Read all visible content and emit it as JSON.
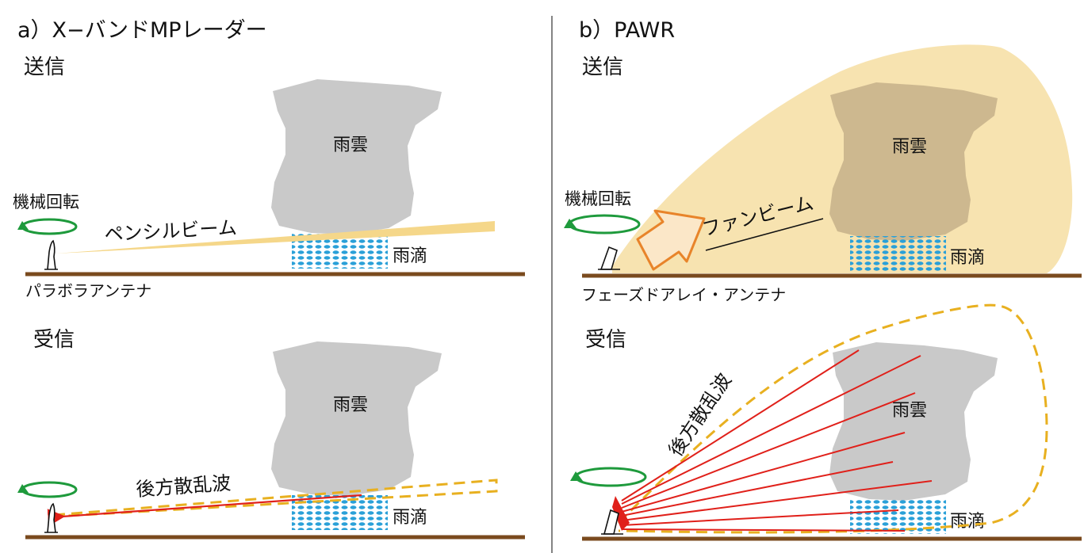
{
  "left": {
    "heading": "a）X−バンドMPレーダー",
    "transmit_label": "送信",
    "receive_label": "受信",
    "cloud_label": "雨雲",
    "rain_label": "雨滴",
    "rotation_label": "機械回転",
    "beam_label": "ペンシルビーム",
    "antenna_label": "パラボラアンテナ",
    "backscatter_label": "後方散乱波"
  },
  "right": {
    "heading": "b）PAWR",
    "transmit_label": "送信",
    "receive_label": "受信",
    "cloud_label": "雨雲",
    "rain_label": "雨滴",
    "rotation_label": "機械回転",
    "beam_label": "ファンビーム",
    "antenna_label": "フェーズドアレイ・アンテナ",
    "backscatter_label": "後方散乱波"
  },
  "colors": {
    "cloud": "#c9c9c9",
    "ground": "#7a4a1e",
    "rain": "#2aa0d8",
    "beam": "#f5d78a",
    "fan_beam": "#f7e3b0",
    "backscatter_dashed": "#e8b020",
    "backscatter_ray": "#e0201a",
    "rotation_arrow": "#1e9a3c",
    "fan_arrow": "#e8842a"
  }
}
